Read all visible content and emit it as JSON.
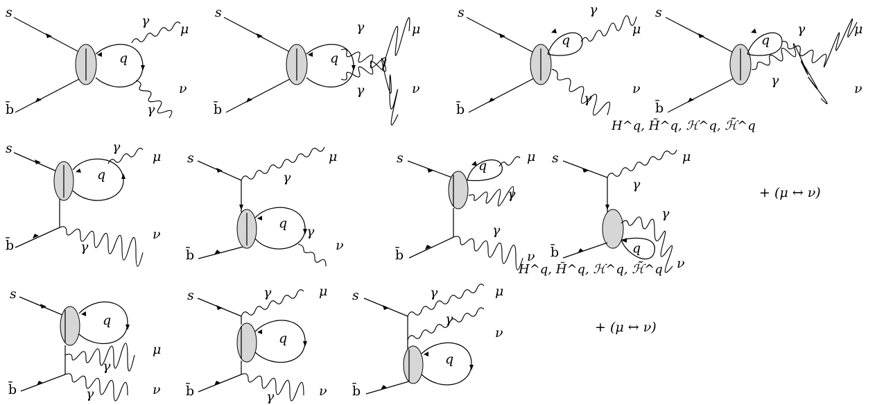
{
  "labels": {
    "s": "s",
    "bbar": "b̄",
    "q": "q",
    "gamma": "γ",
    "mu": "μ",
    "nu": "ν"
  },
  "notes": {
    "row1_functions": "H^q, H̃^q, ℋ^q, ℋ̃^q",
    "row2_functions": "H^q, H̃^q, ℋ^q, ℋ̃^q",
    "row2_exchange": "+ (μ ↔ ν)",
    "row3_exchange": "+ (μ ↔ ν)"
  },
  "colors": {
    "blob_fill": "#d6d6d6",
    "line": "#000000"
  }
}
